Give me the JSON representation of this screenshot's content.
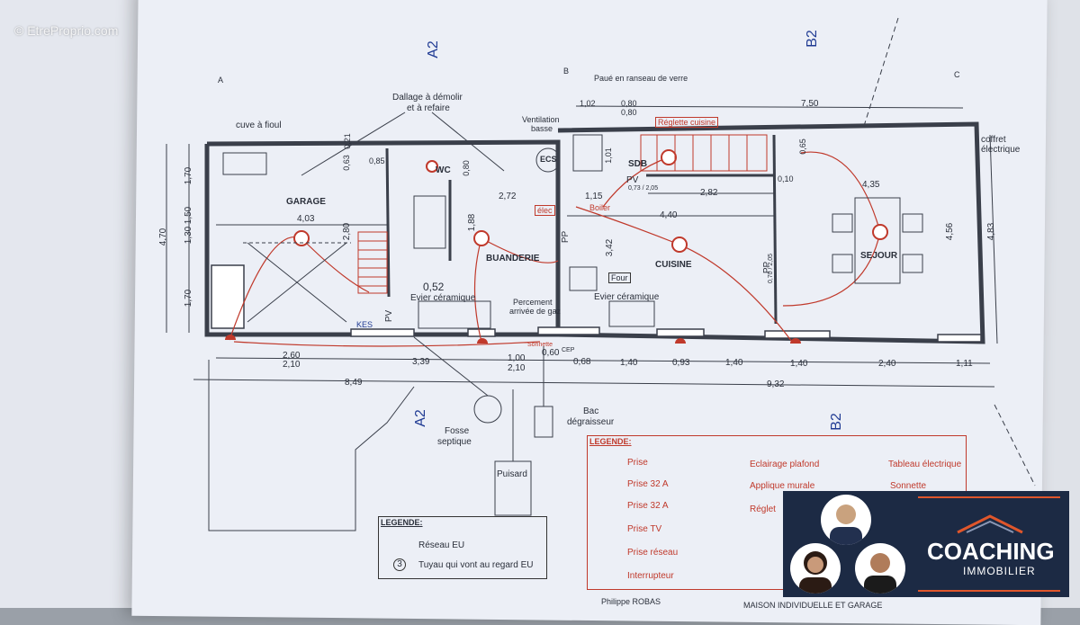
{
  "watermark": "© EtreProprio.com",
  "section_marks": {
    "a2_top": "A2",
    "b2_top": "B2",
    "a2_bottom": "A2",
    "b2_bottom": "B2"
  },
  "axes": {
    "a": "A",
    "b": "B",
    "c": "C"
  },
  "top_notes": {
    "dallage": "Dallage à démolir",
    "dallage2": "et à refaire",
    "paue": "Paué en ranseau de verre",
    "ventilation": "Ventilation",
    "ventilation2": "basse",
    "reglette": "Réglette cuisine",
    "coffret": "coffret",
    "coffret2": "électrique"
  },
  "rooms": {
    "garage": "GARAGE",
    "wc": "WC",
    "buanderie": "BUANDERIE",
    "cuisine": "CUISINE",
    "sejour": "SEJOUR",
    "sdb": "SDB",
    "ecs": "ECS"
  },
  "labels": {
    "cuve": "cuve à fioul",
    "evier1": "Evier céramique",
    "evier2": "Evier céramique",
    "percement": "Percement",
    "percement2": "arrivée de gaz",
    "four": "Four",
    "elec": "élec",
    "boiler": "Boiler",
    "pv1": "PV",
    "pv2": "PV",
    "pp1": "PP",
    "pp2": "PP",
    "pv_small": "0,73 / 2,05",
    "pp_small": "0,70 / 2,05",
    "fosse": "Fosse",
    "fosse2": "septique",
    "bac": "Bac",
    "bac2": "dégraisseur",
    "puisard": "Puisard",
    "sonnette_tag": "Sonnette",
    "kes": "KES",
    "cep": "CEP"
  },
  "dims": {
    "d_102": "1,02",
    "d_080a": "0,80",
    "d_080b": "0,80",
    "d_750": "7,50",
    "d_085": "0,85",
    "d_063": "0,63",
    "d_021": "0,21",
    "d_101": "1,01",
    "d_080c": "0,80",
    "d_065": "0,65",
    "d_010": "0,10",
    "d_435": "4,35",
    "d_272": "2,72",
    "d_115": "1,15",
    "d_282": "2,82",
    "d_440": "4,40",
    "d_403": "4,03",
    "d_280": "2,80",
    "d_188": "1,88",
    "d_342": "3,42",
    "d_456": "4,56",
    "d_483": "4,83",
    "d_052": "0,52",
    "d_470": "4,70",
    "d_170a": "1,70",
    "d_130": "1,30",
    "d_150": "1,50",
    "d_170b": "1,70",
    "d_260": "2,60",
    "d_210a": "2,10",
    "d_339": "3,39",
    "d_100": "1,00",
    "d_210b": "2,10",
    "d_060": "0,60",
    "d_068": "0,68",
    "d_140a": "1,40",
    "d_093": "0,93",
    "d_140b": "1,40",
    "d_140c": "1,40",
    "d_240": "2,40",
    "d_111": "1,11",
    "d_849": "8,49",
    "d_932": "9,32"
  },
  "legend": {
    "title": "LEGENDE:",
    "items": [
      {
        "label": "Prise"
      },
      {
        "label": "Prise 32 A"
      },
      {
        "label": "Prise  32 A"
      },
      {
        "label": "Prise TV"
      },
      {
        "label": "Prise réseau"
      },
      {
        "label": "Interrupteur"
      },
      {
        "label": "Eclairage plafond"
      },
      {
        "label": "Applique murale"
      },
      {
        "label": "Réglet"
      },
      {
        "label": "Tableau électrique"
      },
      {
        "label": "Sonnette"
      }
    ]
  },
  "legend2": {
    "title": "LEGENDE:",
    "reseau": "Réseau EU",
    "tuyau_num": "3",
    "tuyau": "Tuyau qui vont au regard EU"
  },
  "title_block": {
    "name": "Philippe ROBAS",
    "project": "MAISON INDIVIDUELLE ET GARAGE"
  },
  "coaching": {
    "title": "COACHING",
    "subtitle": "IMMOBILIER"
  },
  "colors": {
    "ink": "#2a2f3a",
    "red": "#c0392b",
    "navy": "#1c2a44",
    "accent": "#e0562b"
  }
}
